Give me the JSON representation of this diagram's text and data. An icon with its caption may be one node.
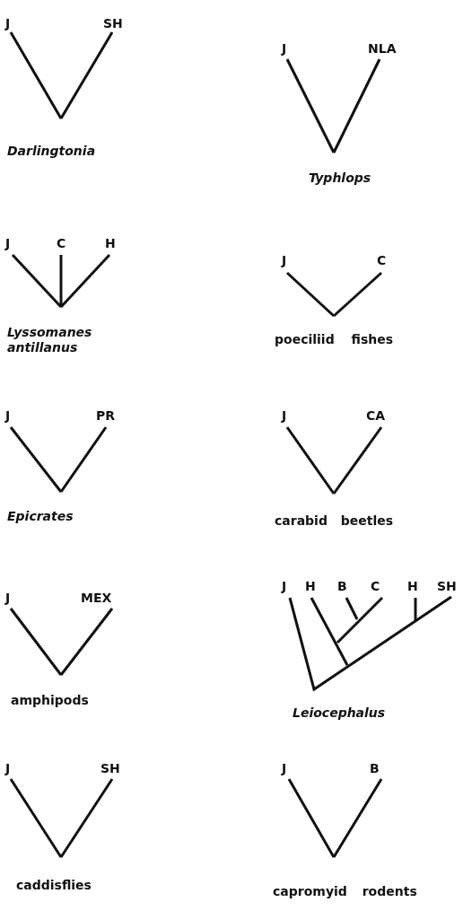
{
  "diagram": {
    "labels": [
      "J",
      "SH",
      "Darlingtonia",
      "J",
      "NLA",
      "Typhlops",
      "J",
      "C",
      "H",
      "Lyssomanes antillanus",
      "J",
      "C",
      "poeciliid fishes",
      "J",
      "PR",
      "Epicrates",
      "J",
      "CA",
      "carabid beetles",
      "J",
      "MEX",
      "amphipods",
      "J",
      "H",
      "B",
      "C",
      "H",
      "SH",
      "Leiocephalus",
      "J",
      "SH",
      "caddisflies",
      "J",
      "B",
      "capromyid rodents"
    ]
  }
}
